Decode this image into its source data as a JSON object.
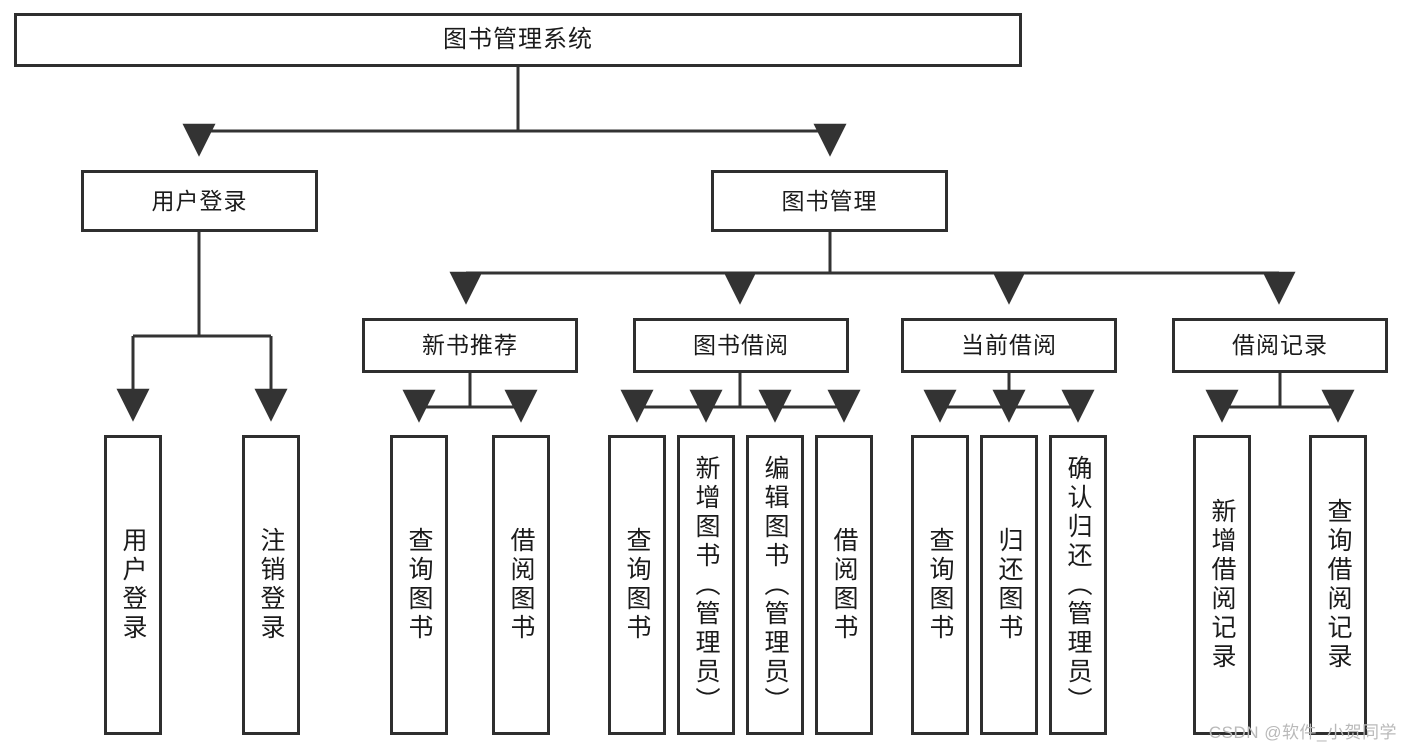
{
  "diagram": {
    "title": "图书管理系统",
    "type": "functional-structure-tree",
    "watermark": "CSDN @软件_小贺同学",
    "colors": {
      "background": "#ffffff",
      "node_border": "#2f2f2f",
      "node_fill": "#ffffff",
      "connector": "#333333",
      "text": "#1b1b1b",
      "watermark": "#b9b9b9"
    },
    "root": {
      "label": "图书管理系统"
    },
    "level2": [
      {
        "label": "用户登录"
      },
      {
        "label": "图书管理"
      }
    ],
    "level3": [
      {
        "label": "新书推荐"
      },
      {
        "label": "图书借阅"
      },
      {
        "label": "当前借阅"
      },
      {
        "label": "借阅记录"
      }
    ],
    "leaves": {
      "user_login": [
        {
          "label": "用户登录"
        },
        {
          "label": "注销登录"
        }
      ],
      "new_book_recommend": [
        {
          "label": "查询图书"
        },
        {
          "label": "借阅图书"
        }
      ],
      "book_borrow": [
        {
          "label": "查询图书"
        },
        {
          "label": "新增图书（管理员）"
        },
        {
          "label": "编辑图书（管理员）"
        },
        {
          "label": "借阅图书"
        }
      ],
      "current_borrow": [
        {
          "label": "查询图书"
        },
        {
          "label": "归还图书"
        },
        {
          "label": "确认归还（管理员）"
        }
      ],
      "borrow_record": [
        {
          "label": "新增借阅记录"
        },
        {
          "label": "查询借阅记录"
        }
      ]
    }
  }
}
